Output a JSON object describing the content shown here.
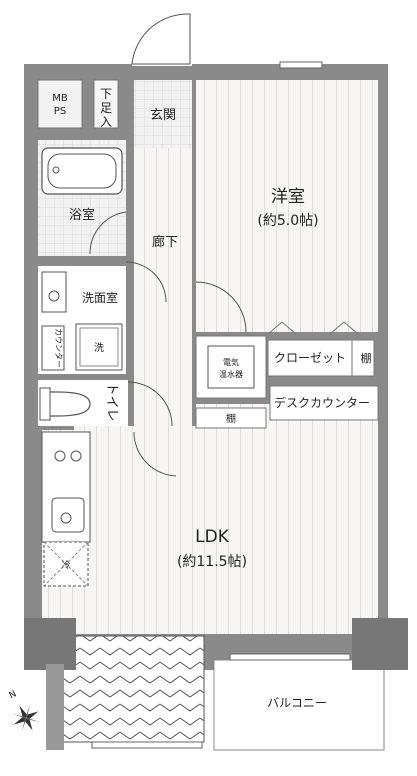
{
  "rooms": {
    "mbps_line1": "MB",
    "mbps_line2": "PS",
    "shoe_chars": [
      "下",
      "足",
      "入"
    ],
    "entrance": "玄関",
    "bathroom": "浴室",
    "corridor": "廊下",
    "western_room": "洋室",
    "western_room_size": "(約5.0帖)",
    "washroom": "洗面室",
    "counter_vertical": "カウンター",
    "washer": "洗",
    "water_heater_line1": "電気",
    "water_heater_line2": "温水器",
    "closet": "クローゼット",
    "shelf_right": "棚",
    "toilet": "トイレ",
    "shelf": "棚",
    "desk_counter": "デスクカウンター",
    "fridge": "冷",
    "ldk": "LDK",
    "ldk_size": "(約11.5帖)",
    "balcony": "バルコニー"
  },
  "compass": {
    "north_label": "N"
  },
  "colors": {
    "wall": "#8a8a8a",
    "wall_dark": "#707070",
    "floor_wood": "#f7f6f3",
    "floor_line": "#c9c6c0",
    "tile": "#eeeeee",
    "balcony_pattern": "#555555"
  }
}
